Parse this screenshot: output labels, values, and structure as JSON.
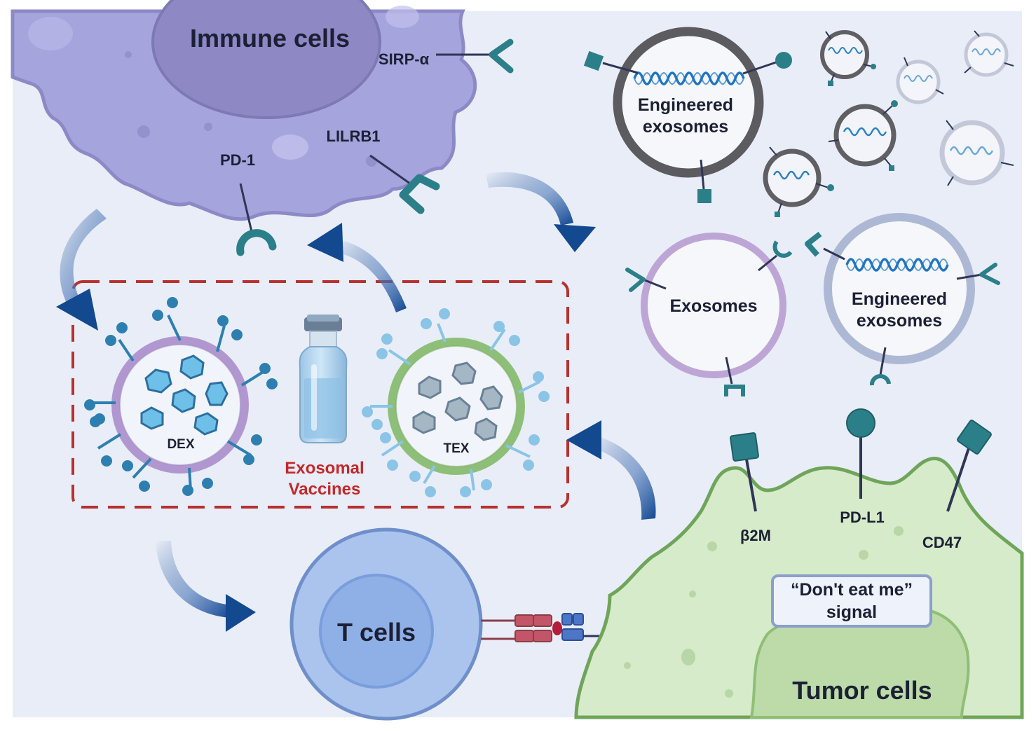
{
  "labels": {
    "immune_cells": "Immune cells",
    "sirp_alpha": "SIRP-α",
    "lilrb1": "LILRB1",
    "pd1": "PD-1",
    "engineered_exosomes_top_line1": "Engineered",
    "engineered_exosomes_top_line2": "exosomes",
    "exosomes": "Exosomes",
    "engineered_exosomes_right_line1": "Engineered",
    "engineered_exosomes_right_line2": "exosomes",
    "dex": "DEX",
    "tex": "TEX",
    "exosomal_vaccines_line1": "Exosomal",
    "exosomal_vaccines_line2": "Vaccines",
    "b2m": "β2M",
    "pdl1": "PD-L1",
    "cd47": "CD47",
    "dont_eat_me_line1": "“Don't eat me”",
    "dont_eat_me_line2": "signal",
    "t_cells": "T cells",
    "tumor_cells": "Tumor cells"
  },
  "colors": {
    "background": "#e9edf8",
    "immune_cell": "#a6a4dc",
    "immune_nucleus": "#8e88c4",
    "tumor_cell": "#d6ebc9",
    "tumor_outline": "#6fa55a",
    "t_cell": "#a9c3ec",
    "t_nucleus": "#8fb0e6",
    "arrow": "#12498f",
    "dashed_box": "#b8312f",
    "receptor": "#2b7f89",
    "stem": "#2f3656"
  }
}
